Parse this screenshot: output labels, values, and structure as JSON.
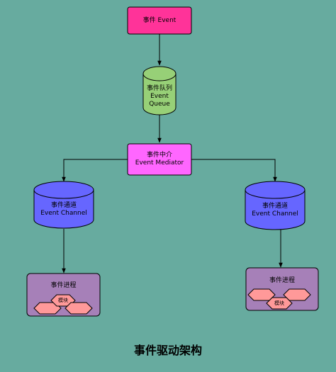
{
  "diagram": {
    "title": "事件驱动架构",
    "colors": {
      "background": "#67AB9F",
      "event": "#FF3399",
      "queue": "#97D077",
      "mediator": "#FF66FF",
      "channel": "#6666FF",
      "process": "#A680B8",
      "module": "#FF9999",
      "edge": "#000000"
    },
    "event": {
      "label": "事件 Event"
    },
    "queue": {
      "line1": "事件队列",
      "line2": "Event",
      "line3": "Queue"
    },
    "mediator": {
      "line1": "事件中介",
      "line2": "Event Mediator"
    },
    "channel_left": {
      "line1": "事件通道",
      "line2": "Event Channel"
    },
    "channel_right": {
      "line1": "事件通道",
      "line2": "Event Channel"
    },
    "process_left": {
      "label": "事件进程",
      "module_label": "模块"
    },
    "process_right": {
      "label": "事件进程",
      "module_label": "模块"
    }
  }
}
